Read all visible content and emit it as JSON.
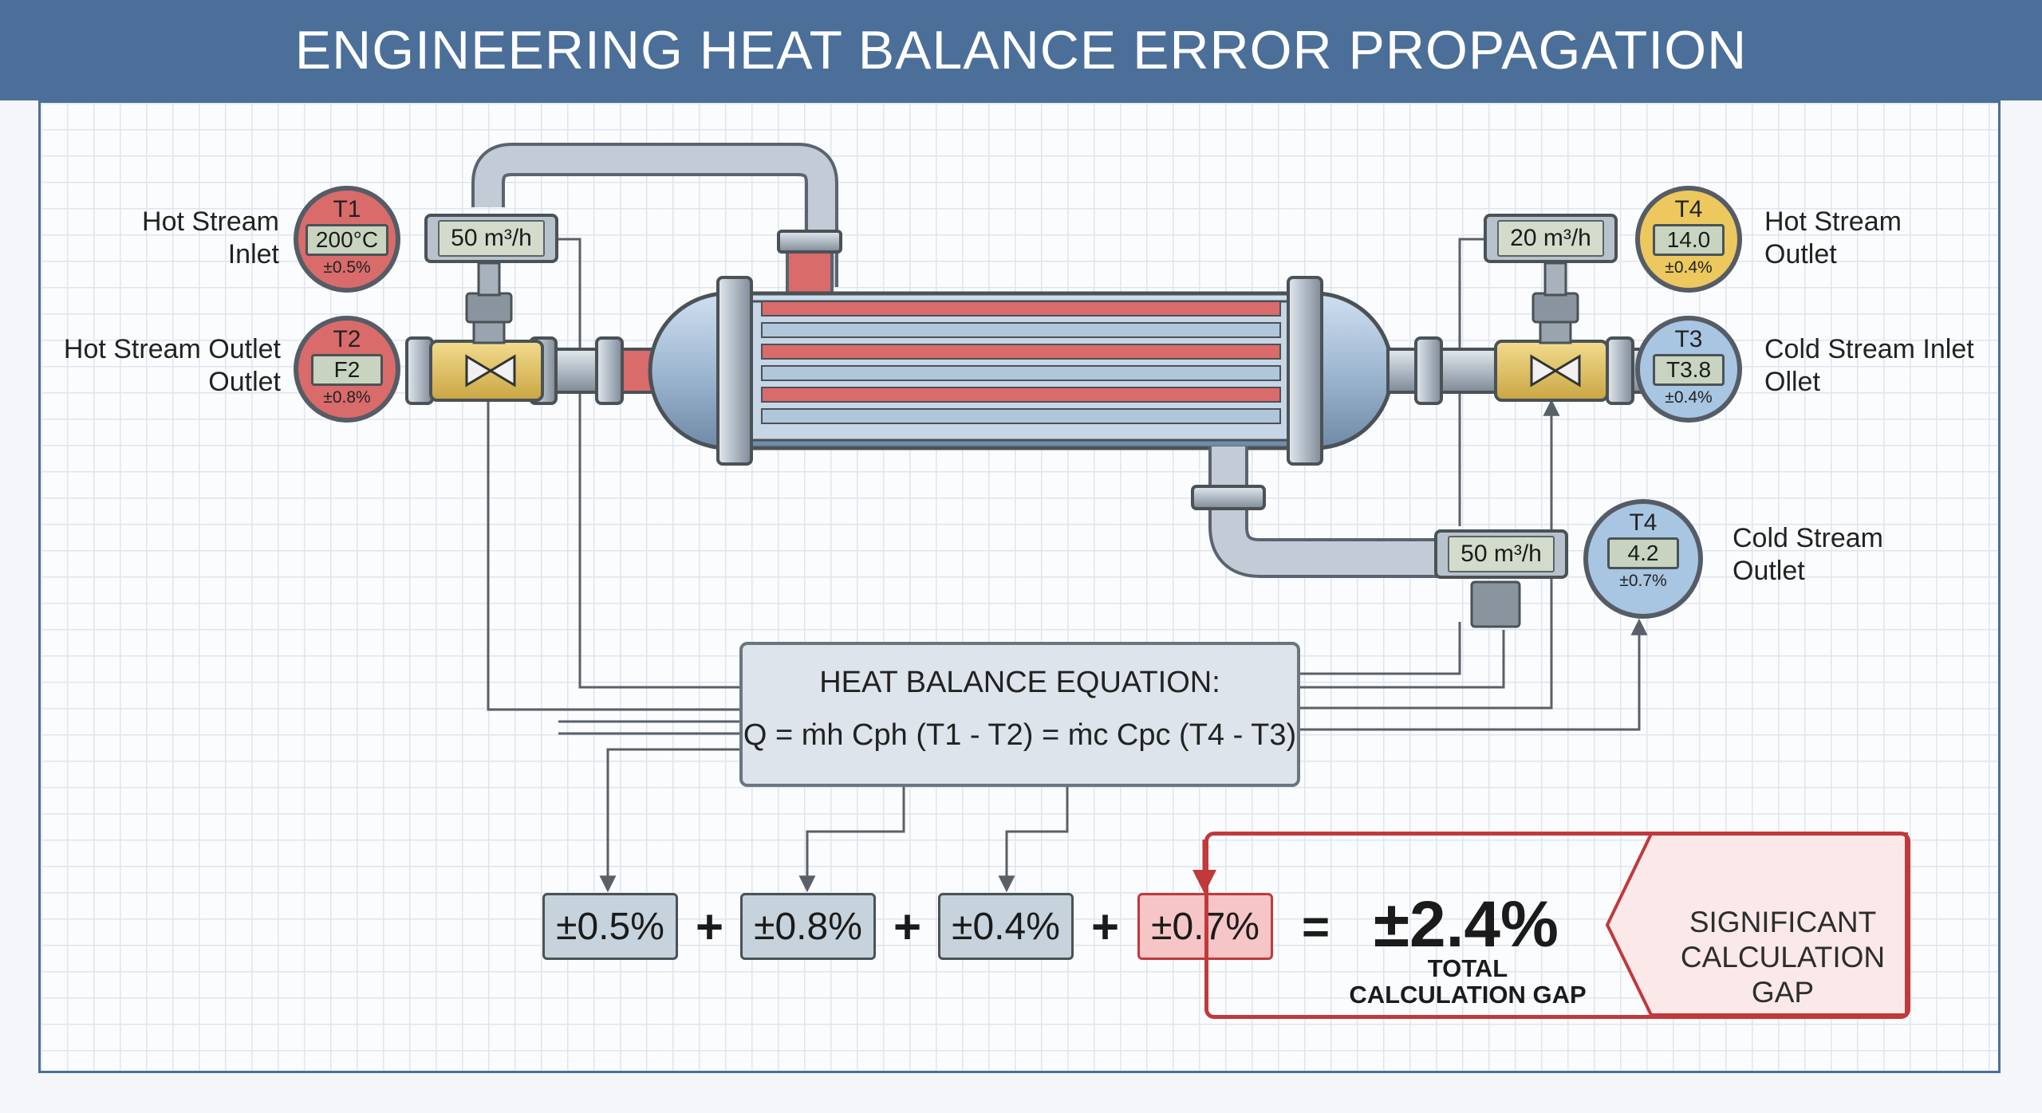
{
  "title": "ENGINEERING HEAT BALANCE ERROR PROPAGATION",
  "labels": {
    "hot_inlet": [
      "Hot Stream",
      "Inlet"
    ],
    "hot_outlet_left": [
      "Hot Stream Outlet",
      "Outlet"
    ],
    "hot_outlet_right": [
      "Hot Stream",
      "Outlet"
    ],
    "cold_inlet": [
      "Cold Stream Inlet",
      "Ollet"
    ],
    "cold_outlet": [
      "Cold Stream",
      "Outlet"
    ]
  },
  "gauges": {
    "t1": {
      "tag": "T1",
      "reading": "200°C",
      "tolerance": "±0.5%",
      "color": "#d96b6b"
    },
    "t2": {
      "tag": "T2",
      "reading": "F2",
      "tolerance": "±0.8%",
      "color": "#d96b6b"
    },
    "t4_top": {
      "tag": "T4",
      "reading": "14.0",
      "tolerance": "±0.4%",
      "color": "#ecc85e"
    },
    "t3": {
      "tag": "T3",
      "reading": "T3.8",
      "tolerance": "±0.4%",
      "color": "#a8c6e2"
    },
    "t4_bottom": {
      "tag": "T4",
      "reading": "4.2",
      "tolerance": "±0.7%",
      "color": "#a8c6e2"
    }
  },
  "flowmeters": {
    "left": "50 m³/h",
    "right": "20 m³/h",
    "bottom": "50 m³/h"
  },
  "equation": {
    "title": "HEAT BALANCE EQUATION:",
    "formula": "Q = ṁh Cph (T1 - T2) = ṁc Cpc (T4 - T3)"
  },
  "errors": [
    "±0.5%",
    "±0.8%",
    "±0.4%",
    "±0.7%"
  ],
  "operators": {
    "plus": "+",
    "equals": "="
  },
  "total": {
    "value": "±2.4%",
    "label": [
      "TOTAL",
      "CALCULATION GAP"
    ],
    "warning": [
      "SIGNIFICANT",
      "CALCULATION",
      "GAP"
    ]
  },
  "colors": {
    "header": "#4b6f98",
    "hot": "#d96b6b",
    "cold": "#a8c6e2",
    "alert": "#c0393b",
    "pipe": "#b8c2cc"
  }
}
